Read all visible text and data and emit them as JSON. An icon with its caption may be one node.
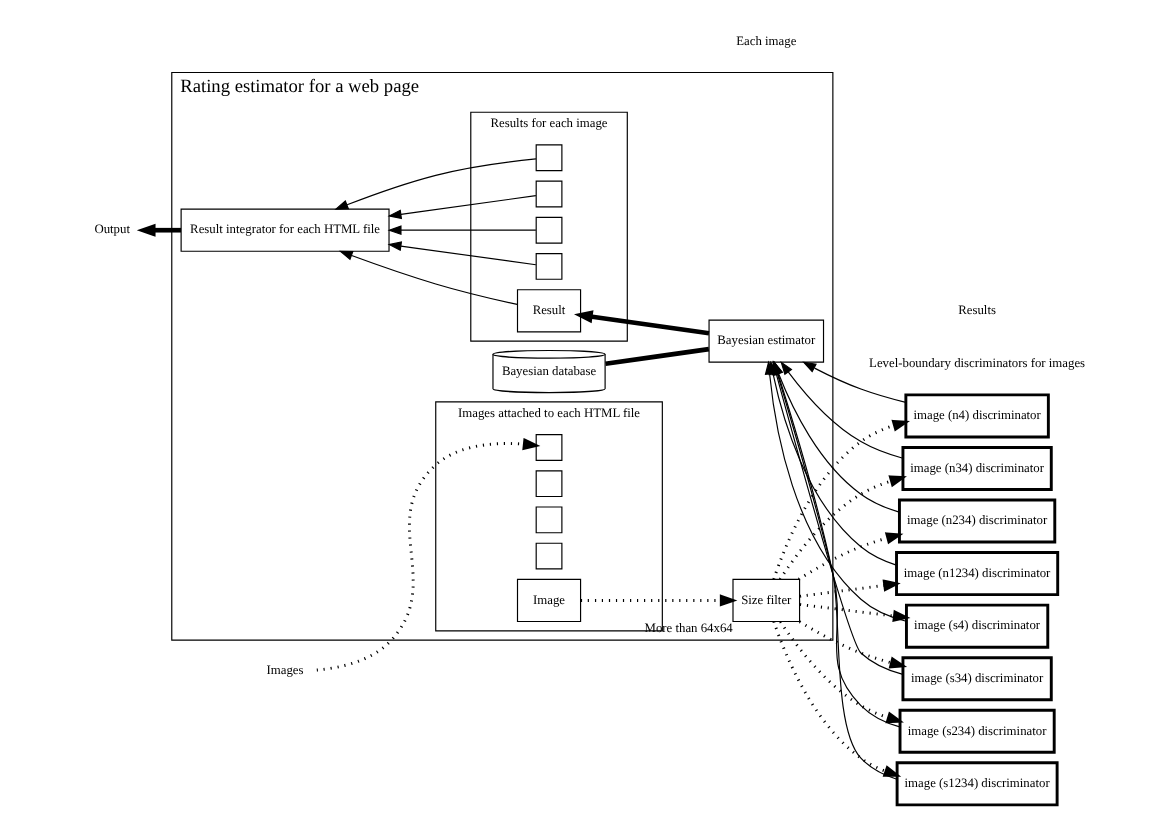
{
  "diagram": {
    "nodes": [
      {
        "text": [
          "Rating estimator for a web page"
        ]
      },
      {
        "text": [
          "Images attached to each HTML file"
        ],
        "in": 0
      },
      {
        "text": [],
        "shape": "box",
        "in": 1
      },
      {
        "text": [],
        "shape": "box",
        "in": 1
      },
      {
        "text": [],
        "shape": "box",
        "in": 1
      },
      {
        "text": [],
        "shape": "box",
        "in": 1
      },
      {
        "text": [
          "Image"
        ],
        "in": 1
      },
      {
        "text": [
          "Size filter"
        ],
        "in": 0,
        "beside": [
          "More than 64x64"
        ]
      },
      {
        "text": [
          "Results for each image"
        ],
        "in": 0
      },
      {
        "text": [],
        "shape": "box",
        "in": 8
      },
      {
        "text": [],
        "shape": "box",
        "in": 8
      },
      {
        "text": [],
        "shape": "box",
        "in": 8
      },
      {
        "text": [],
        "shape": "box",
        "in": 8
      },
      {
        "text": [
          "Result"
        ],
        "in": 8
      },
      {
        "text": [
          "Bayesian estimator"
        ],
        "in": 0
      },
      {
        "text": [
          "Bayesian database"
        ],
        "in": 0
      },
      {
        "text": [
          "Result integrator for each HTML file"
        ],
        "in": 0
      },
      {
        "text": [
          "Images"
        ]
      },
      {
        "text": [
          "Output"
        ]
      },
      {
        "text": [
          "image (n4) discriminator"
        ]
      },
      {
        "text": [
          "image (n34) discriminator"
        ]
      },
      {
        "text": [
          "image (n234) discriminator"
        ]
      },
      {
        "text": [
          "image (n1234) discriminator"
        ]
      },
      {
        "text": [
          "image (s4) discriminator"
        ]
      },
      {
        "text": [
          "image (s34) discriminator"
        ]
      },
      {
        "text": [
          "image (s234) discriminator"
        ]
      },
      {
        "text": [
          "image (s1234) discriminator"
        ]
      }
    ],
    "edges": [
      {
        "from": 17,
        "to": 2,
        "arrow": "to",
        "style": "dashed"
      },
      {
        "from": 6,
        "to": 7,
        "arrow": "to",
        "style": "dashed"
      },
      {
        "from": 7,
        "to": 19,
        "arrow": "to",
        "style": "dashed"
      },
      {
        "from": 7,
        "to": 20,
        "arrow": "to",
        "style": "dashed"
      },
      {
        "from": 7,
        "to": 21,
        "arrow": "to",
        "style": "dashed"
      },
      {
        "from": 7,
        "to": 22,
        "arrow": "to",
        "style": "dashed"
      },
      {
        "from": 7,
        "to": 23,
        "arrow": "to",
        "style": "dashed"
      },
      {
        "from": 7,
        "to": 24,
        "arrow": "to",
        "style": "dashed"
      },
      {
        "from": 7,
        "to": 25,
        "arrow": "to",
        "style": "dashed"
      },
      {
        "from": 7,
        "to": 26,
        "arrow": "to",
        "style": "dashed"
      },
      {
        "from": 19,
        "to": 14,
        "arrow": "to"
      },
      {
        "from": 20,
        "to": 14,
        "arrow": "to"
      },
      {
        "from": 21,
        "to": 14,
        "arrow": "to"
      },
      {
        "from": 22,
        "to": 14,
        "arrow": "to"
      },
      {
        "from": 23,
        "to": 14,
        "arrow": "to"
      },
      {
        "from": 24,
        "to": 14,
        "arrow": "to"
      },
      {
        "from": 25,
        "to": 14,
        "arrow": "to"
      },
      {
        "from": 26,
        "to": 14,
        "arrow": "to"
      },
      {
        "from": 14,
        "to": 13,
        "arrow": "to",
        "style": "thick"
      },
      {
        "from": 14,
        "to": 15,
        "arrow": "none",
        "style": "thick"
      },
      {
        "from": 9,
        "to": 16,
        "arrow": "to"
      },
      {
        "from": 10,
        "to": 16,
        "arrow": "to"
      },
      {
        "from": 11,
        "to": 16,
        "arrow": "to"
      },
      {
        "from": 12,
        "to": 16,
        "arrow": "to"
      },
      {
        "from": 13,
        "to": 16,
        "arrow": "to"
      },
      {
        "from": 16,
        "to": 18,
        "arrow": "to",
        "style": "thick"
      }
    ],
    "labels": [
      "Each image",
      "Level-boundary discriminators for images",
      "Results"
    ]
  }
}
